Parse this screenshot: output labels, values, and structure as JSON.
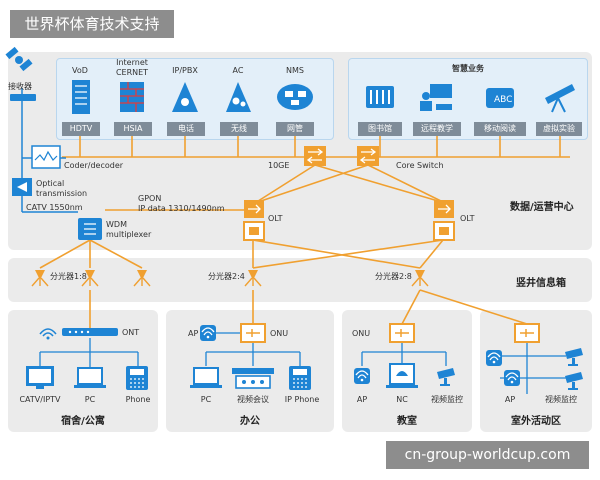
{
  "header": {
    "title": "世界杯体育技术支持"
  },
  "watermark": {
    "text": "cn-group-worldcup.com"
  },
  "colors": {
    "accent_orange": "#f0a030",
    "device_blue": "#1e84d4",
    "panel_gray": "#ebebeb",
    "box_blue": "#e3eff9",
    "bar_gray": "#7f8c99"
  },
  "headend": {
    "receiver": "接收器",
    "services": [
      {
        "top": "VoD",
        "bar": "HDTV",
        "icon": "server-icon"
      },
      {
        "top": "Internet\nCERNET",
        "bar": "HSIA",
        "icon": "firewall-icon"
      },
      {
        "top": "IP/PBX",
        "bar": "电话",
        "icon": "pbx-icon"
      },
      {
        "top": "AC",
        "bar": "无线",
        "icon": "ac-icon"
      },
      {
        "top": "NMS",
        "bar": "网管",
        "icon": "nms-icon"
      }
    ],
    "smart_title": "智慧业务",
    "smart": [
      {
        "bar": "图书馆",
        "icon": "library-icon"
      },
      {
        "bar": "远程教学",
        "icon": "teaching-icon"
      },
      {
        "bar": "移动阅读",
        "icon": "reading-icon"
      },
      {
        "bar": "虚拟实验",
        "icon": "telescope-icon"
      }
    ],
    "codec": "Coder/decoder",
    "optical": "Optical\ntransmission",
    "catv": "CATV 1550nm",
    "wdm": "WDM\nmultiplexer",
    "gpon": "GPON",
    "ipdata": "IP data 1310/1490nm",
    "tenge": "10GE",
    "core": "Core Switch",
    "olt1": "OLT",
    "olt2": "OLT",
    "zone": "数据/运营中心"
  },
  "shaft": {
    "s1": "分光器1:8",
    "s2": "分光器2:4",
    "s3": "分光器2:8",
    "zone": "竖井信息箱"
  },
  "areas": {
    "dorm": {
      "title": "宿舍/公寓",
      "ont": "ONT",
      "devices": [
        "CATV/IPTV",
        "PC",
        "Phone"
      ]
    },
    "office": {
      "title": "办公",
      "ap": "AP",
      "onu": "ONU",
      "devices": [
        "PC",
        "视频会议",
        "IP Phone"
      ]
    },
    "class": {
      "title": "教室",
      "onu": "ONU",
      "devices": [
        "AP",
        "NC",
        "视频监控"
      ]
    },
    "outdoor": {
      "title": "室外活动区",
      "devices": [
        "AP",
        "视频监控"
      ]
    }
  }
}
